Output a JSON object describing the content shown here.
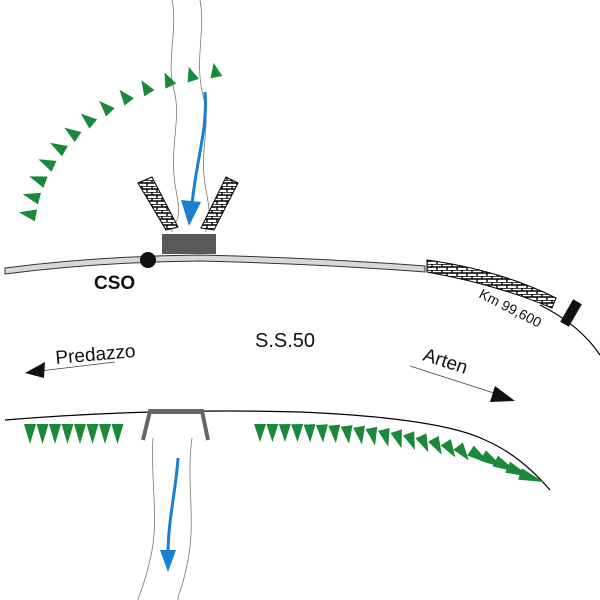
{
  "labels": {
    "cso": "CSO",
    "road": "S.S.50",
    "km": "Km 99,600",
    "left_direction": "Predazzo",
    "right_direction": "Arten"
  },
  "colors": {
    "vegetation": "#1a8a3a",
    "water_arrow": "#1a7fd0",
    "structure": "#555555",
    "road_fill": "#d8d8d8"
  }
}
